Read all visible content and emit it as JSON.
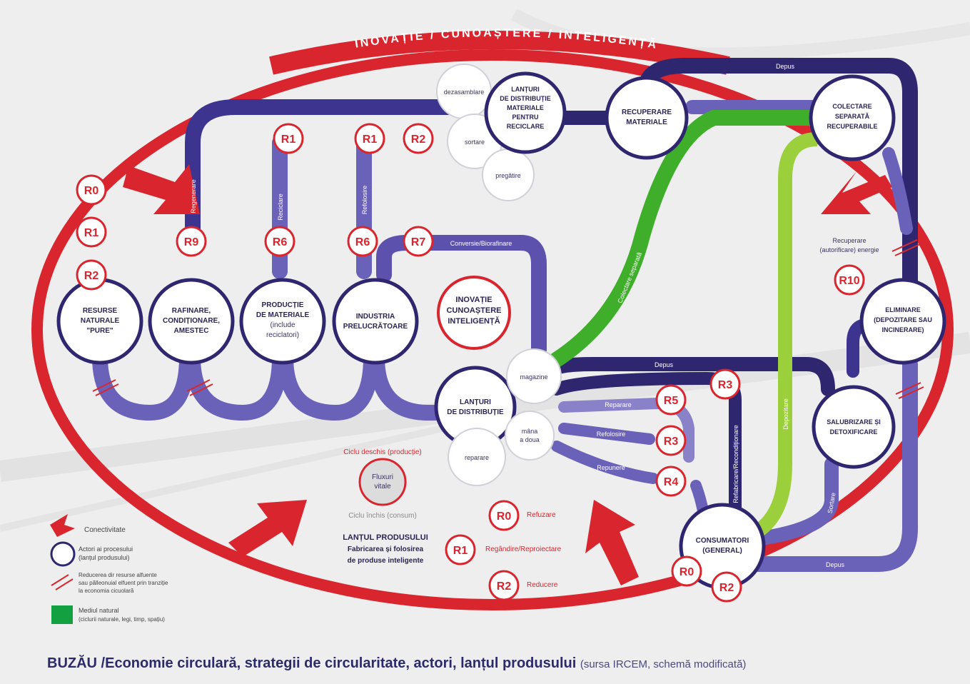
{
  "title_arc": "INOVAȚIE / CUNOAȘTERE / INTELIGENȚĂ",
  "caption": {
    "main": "BUZĂU /Economie circulară, strategii de circularitate, actori, lanțul produsului",
    "source": "(sursa IRCEM, schemă modificată)"
  },
  "colors": {
    "red": "#d9262e",
    "navy": "#2f2670",
    "purple": "#6a61b8",
    "green": "#3fae2a",
    "lime": "#9ccf3c"
  },
  "nodes": {
    "resurse": [
      "RESURSE",
      "NATURALE",
      "\"PURE\""
    ],
    "rafinare": [
      "RAFINARE,",
      "CONDIȚIONARE,",
      "AMESTEC"
    ],
    "productie": [
      "PRODUCȚIE",
      "DE MATERIALE",
      "(include",
      "reciclatori)"
    ],
    "industria": [
      "INDUSTRIA",
      "PRELUCRĂTOARE"
    ],
    "inovatie": [
      "INOVAȚIE",
      "CUNOAȘTERE",
      "INTELIGENȚĂ"
    ],
    "lanturi_distributie": [
      "LANȚURI",
      "DE DISTRIBUȚIE"
    ],
    "lanturi_reciclare": [
      "LANȚURI",
      "DE DISTRIBUȚIE",
      "MATERIALE",
      "PENTRU",
      "RECICLARE"
    ],
    "recuperare": [
      "RECUPERARE",
      "MATERIALE"
    ],
    "colectare": [
      "COLECTARE",
      "SEPARATĂ",
      "RECUPERABILE"
    ],
    "eliminare": [
      "ELIMINARE",
      "(DEPOZITARE SAU",
      "INCINERARE)"
    ],
    "salubrizare": [
      "SALUBRIZARE ȘI",
      "DETOXIFICARE"
    ],
    "consumatori": [
      "CONSUMATORI",
      "(GENERAL)"
    ],
    "fluxuri": [
      "Fluxuri",
      "vitale"
    ]
  },
  "small_nodes": {
    "dezasamblare": "dezasamblare",
    "sortare": "sortare",
    "pregatire": "pregătire",
    "magazine": "magazine",
    "mana_doua": [
      "mâna",
      "a doua"
    ],
    "reparare": "reparare"
  },
  "flow_labels": {
    "depus_top": "Depus",
    "depus_mid": "Depus",
    "depus_bottom": "Depus",
    "conversie": "Conversie/Biorafinare",
    "reparare": "Reparare",
    "refolosire": "Refolosire",
    "repunere": "Repunere",
    "refabricare": "Refabricare/Recondiționare",
    "regenerare": "Regenerare",
    "reciclare": "Reciclare",
    "refolosire_v": "Refolosire",
    "recuperare_incarcata": "Colectare separată",
    "depozitare": "Depozitare",
    "sortare_v": "Sortare",
    "recuperare_energie": [
      "Recuperare",
      "(autorificare) energie"
    ]
  },
  "badges": [
    "R0",
    "R1",
    "R2",
    "R9",
    "R6",
    "R1",
    "R6",
    "R1",
    "R2",
    "R7",
    "R10",
    "R3",
    "R5",
    "R3",
    "R4",
    "R0",
    "R2"
  ],
  "cycles": {
    "open": "Ciclu deschis (producție)",
    "closed": "Ciclu închis (consum)"
  },
  "lantul": [
    "LANȚUL PRODUSULUI",
    "Fabricarea și folosirea",
    "de produse inteligente"
  ],
  "strategies": [
    {
      "code": "R0",
      "label": "Refuzare"
    },
    {
      "code": "R1",
      "label": "Regândire/Reproiectare"
    },
    {
      "code": "R2",
      "label": "Reducere"
    }
  ],
  "legend": {
    "connectivity": "Conectivitate",
    "actors": [
      "Actori ai procesului",
      "(lanțul produsului)"
    ],
    "reduction": [
      "Reducerea dir resurse alfuente",
      "sau pălleonuial elfuent prin tranziție",
      "la economia cicuolară"
    ],
    "environment": [
      "Mediul natural",
      "(ciclurii naturale, legi, timp, spațiu)"
    ]
  }
}
